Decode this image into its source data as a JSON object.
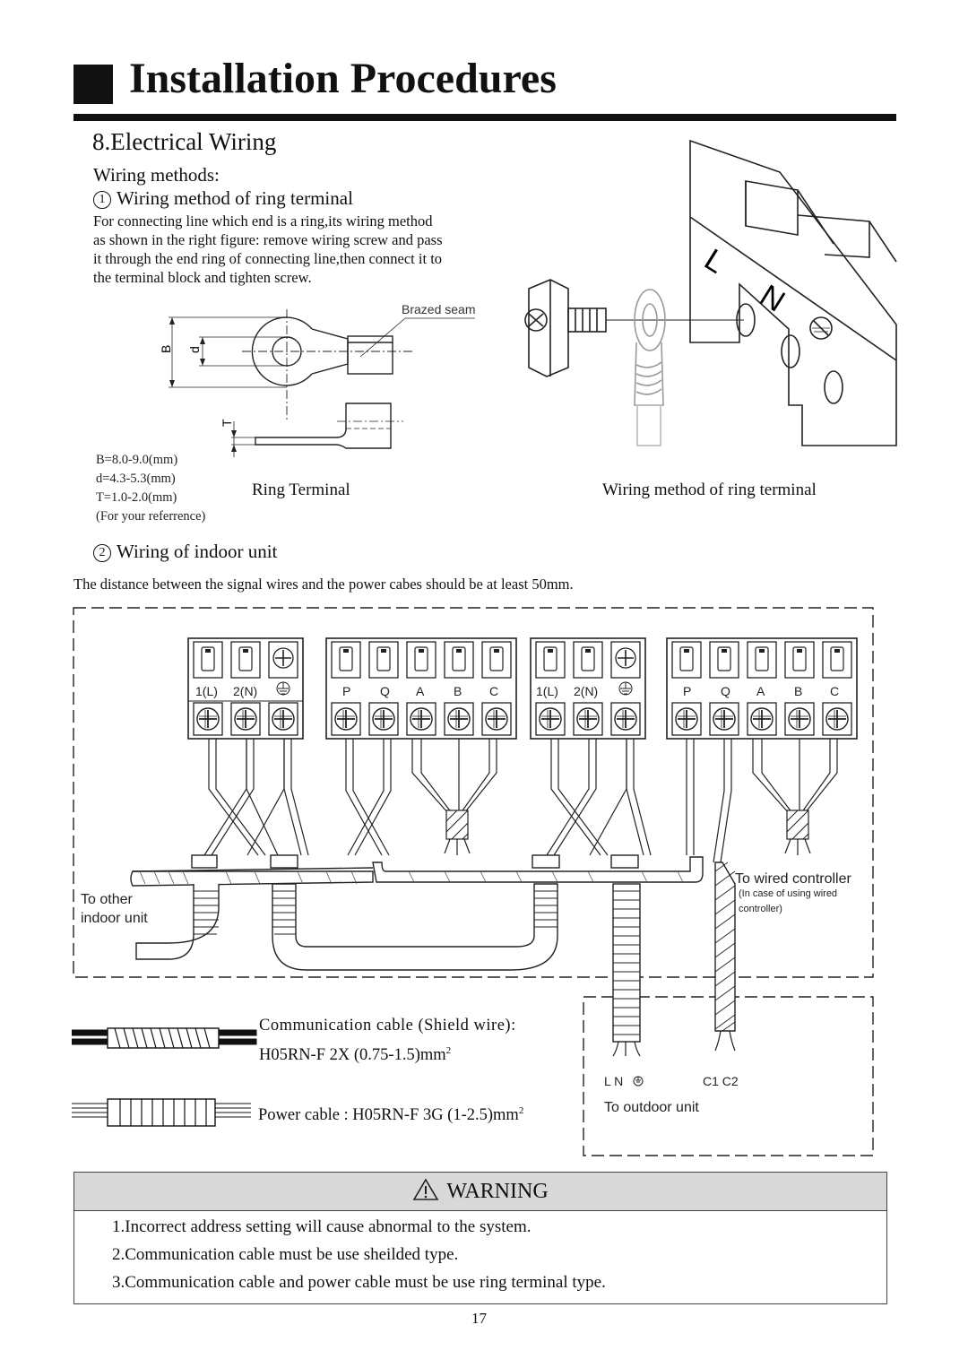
{
  "header": {
    "title": "Installation Procedures"
  },
  "section": {
    "title": "8.Electrical Wiring",
    "methods_label": "Wiring methods:",
    "sub1": {
      "number": "1",
      "title": "Wiring method of ring terminal"
    },
    "description": [
      "For connecting line which end is a ring,its wiring method",
      "as shown in the right figure: remove wiring screw and pass",
      "it through the end ring of connecting line,then connect it to",
      "the terminal block and tighten screw."
    ],
    "ring_figure": {
      "brazed_seam": "Brazed seam",
      "dim_B": "B",
      "dim_d": "d",
      "dim_T": "T",
      "spec_B": "B=8.0-9.0(mm)",
      "spec_d": "d=4.3-5.3(mm)",
      "spec_T": "T=1.0-2.0(mm)",
      "spec_note": "(For your referrence)",
      "caption": "Ring Terminal"
    },
    "terminal_figure": {
      "label_L": "L",
      "label_N": "N",
      "caption": "Wiring method of ring terminal"
    },
    "sub2": {
      "number": "2",
      "title": "Wiring of indoor unit"
    },
    "distance_note": "The distance between the signal wires and the power cabes should be at least 50mm."
  },
  "wiring_diagram": {
    "power_terminals": [
      "1(L)",
      "2(N)"
    ],
    "signal_terminals": [
      "P",
      "Q",
      "A",
      "B",
      "C"
    ],
    "to_other": [
      "To other",
      "indoor unit"
    ],
    "to_controller": "To  wired controller",
    "controller_note": [
      "(In case of using wired",
      "controller)"
    ],
    "outdoor_terminals": {
      "ln": "L N",
      "c": "C1 C2"
    },
    "to_outdoor": "To outdoor unit"
  },
  "legend": {
    "comm_cable": "Communication cable (Shield wire):",
    "comm_spec": "H05RN-F 2X (0.75-1.5)mm",
    "power_cable": "Power cable : H05RN-F 3G (1-2.5)mm",
    "superscript": "2"
  },
  "warning": {
    "title": "WARNING",
    "items": [
      "1.Incorrect address setting will cause abnormal to the system.",
      "2.Communication cable must be use sheilded type.",
      "3.Communication cable and power cable must be use ring terminal type."
    ]
  },
  "footer": {
    "page_number": "17"
  }
}
